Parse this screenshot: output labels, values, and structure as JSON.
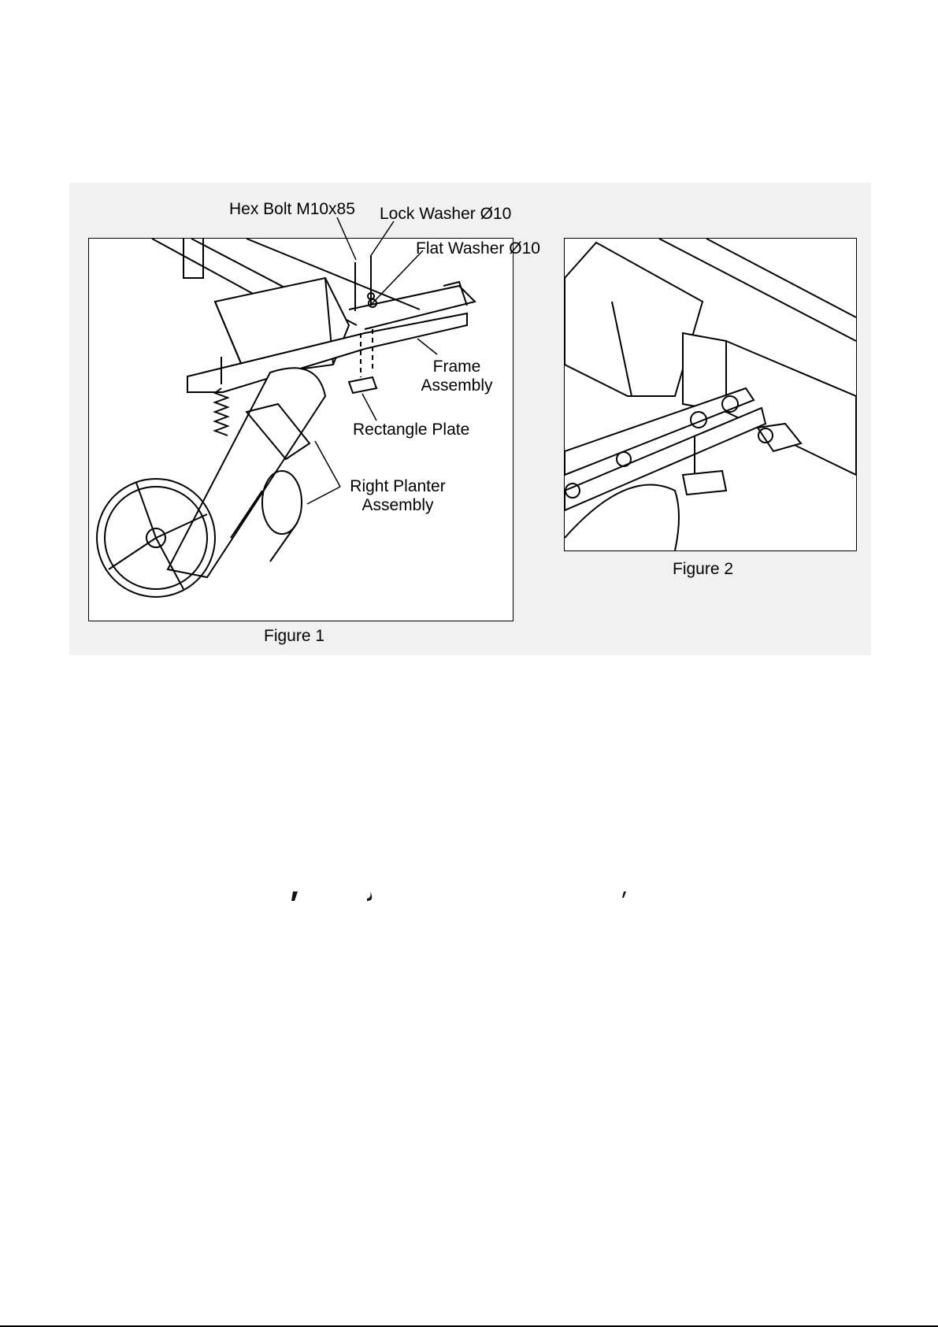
{
  "figure1": {
    "caption": "Figure 1",
    "callouts": {
      "hex_bolt": "Hex Bolt M10x85",
      "lock_washer": "Lock Washer Ø10",
      "flat_washer": "Flat Washer Ø10",
      "frame_line1": "Frame",
      "frame_line2": "Assembly",
      "rectangle_plate": "Rectangle Plate",
      "planter_line1": "Right Planter",
      "planter_line2": "Assembly"
    }
  },
  "figure2": {
    "caption": "Figure 2"
  },
  "colors": {
    "panel_background": "#f1f1f1",
    "line_art": "#000000"
  }
}
